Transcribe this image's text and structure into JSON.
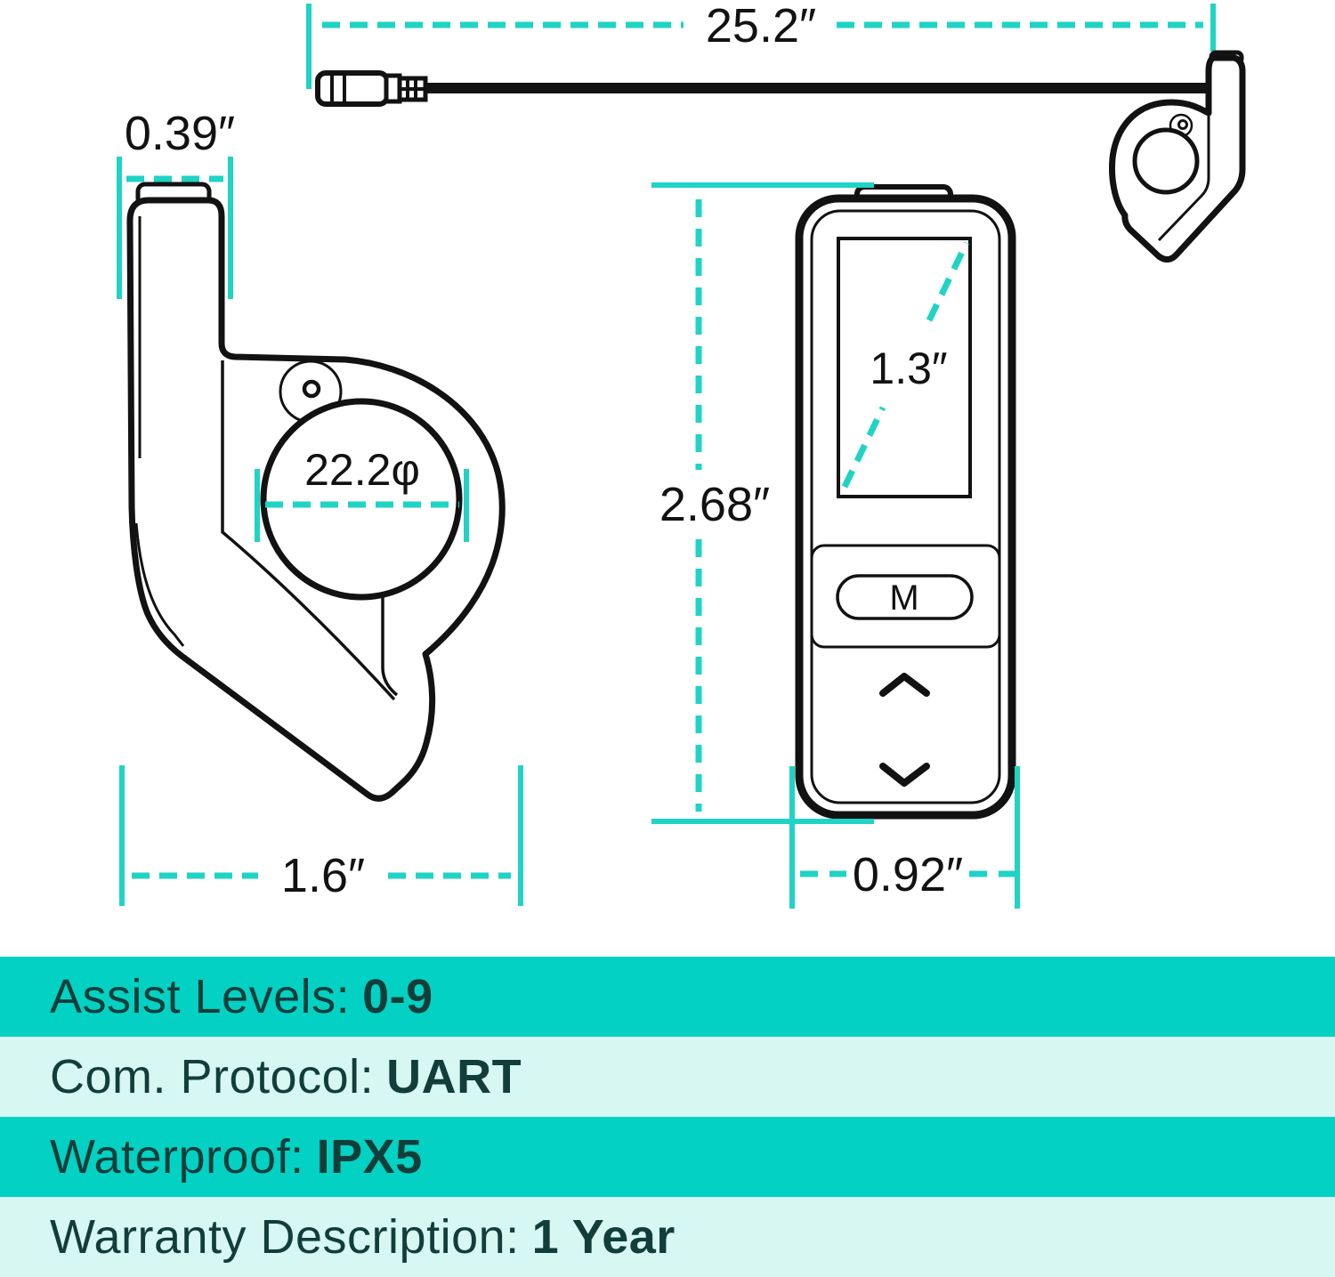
{
  "figure": {
    "cable": {
      "length_label": "25.2″"
    },
    "throttle_side_view": {
      "lever_width_label": "0.39″",
      "clamp_diameter_label": "22.2φ",
      "base_length_label": "1.6″"
    },
    "display_front_view": {
      "height_label": "2.68″",
      "screen_diagonal_label": "1.3″",
      "width_label": "0.92″",
      "mode_button_label": "M"
    }
  },
  "specs": {
    "rows": [
      {
        "label": "Assist Levels:",
        "value": "0-9"
      },
      {
        "label": "Com. Protocol:",
        "value": "UART"
      },
      {
        "label": "Waterproof:",
        "value": "IPX5"
      },
      {
        "label": "Warranty Description:",
        "value": "1 Year"
      }
    ]
  },
  "colors": {
    "accent_teal": "#1fd3c5",
    "row_teal": "#02d1c3",
    "row_light": "#d7f7f3",
    "spec_text": "#123e3a",
    "line_art": "#121212"
  }
}
